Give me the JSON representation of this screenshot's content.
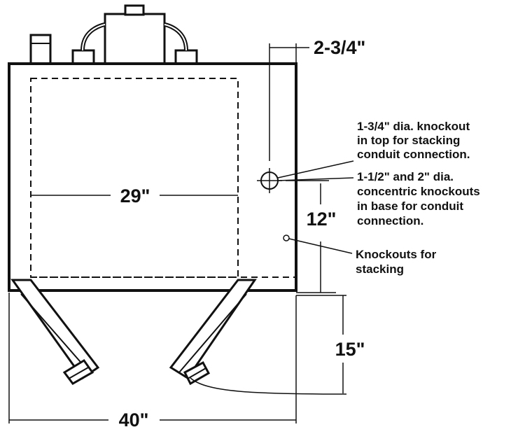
{
  "dimensions": {
    "knockout_offset": "2-3/4\"",
    "inner_width": "29\"",
    "knockout_height": "12\"",
    "leg_height": "15\"",
    "overall_width": "40\""
  },
  "callouts": {
    "top_knockout": [
      "1-3/4\" dia. knockout",
      "in top for stacking",
      "conduit connection."
    ],
    "base_knockouts": [
      "1-1/2\" and 2\" dia.",
      "concentric knockouts",
      "in base for conduit",
      "connection."
    ],
    "stacking_knockouts": [
      "Knockouts for",
      "stacking"
    ]
  },
  "colors": {
    "ink": "#111111",
    "background": "#ffffff"
  }
}
